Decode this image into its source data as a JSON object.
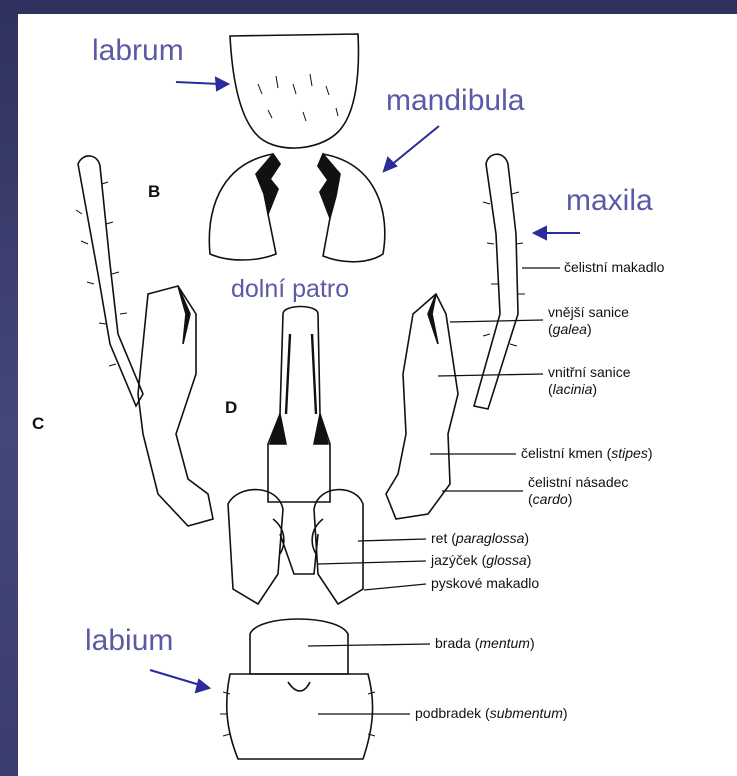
{
  "callouts": {
    "labrum": "labrum",
    "mandibula": "mandibula",
    "maxila": "maxila",
    "dolni_patro": "dolní patro",
    "labium": "labium"
  },
  "letters": {
    "b": "B",
    "c": "C",
    "d": "D"
  },
  "labels": {
    "celistni_makadlo": "čelistní makadlo",
    "vnejsi_sanice": "vnější sanice",
    "galea": "galea",
    "vnitrni_sanice": "vnitřní sanice",
    "lacinia": "lacinia",
    "celistni_kmen": "čelistní kmen",
    "stipes": "stipes",
    "celistni_nasadec": "čelistní násadec",
    "cardo": "cardo",
    "ret": "ret",
    "paraglossa": "paraglossa",
    "jazycek": "jazýček",
    "glossa": "glossa",
    "pyskove_makadlo": "pyskové makadlo",
    "brada": "brada",
    "mentum": "mentum",
    "podbradek": "podbradek",
    "submentum": "submentum"
  },
  "colors": {
    "slide_background": "#3b3e6e",
    "callout_text": "#5a5aa6",
    "arrow": "#2b2b9a",
    "drawing": "#111111"
  }
}
